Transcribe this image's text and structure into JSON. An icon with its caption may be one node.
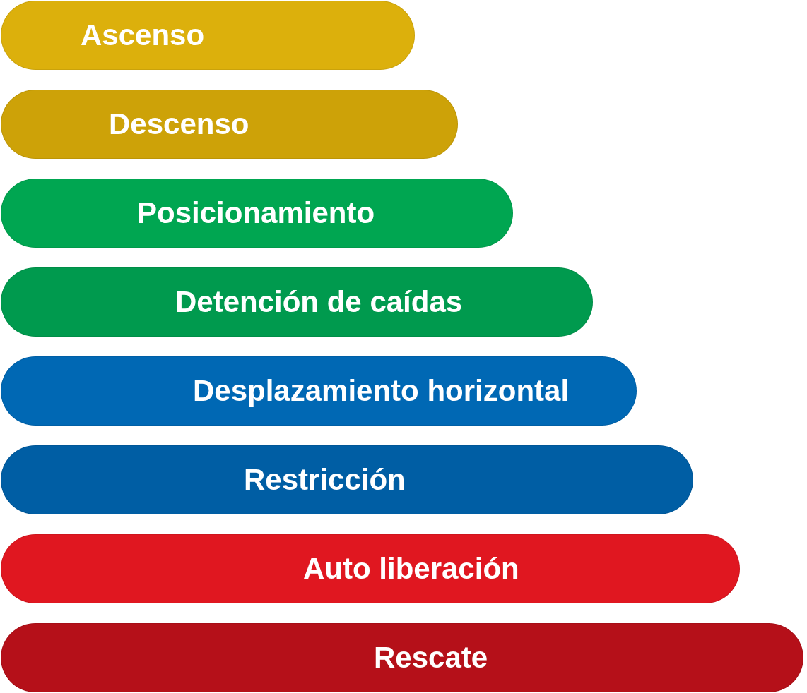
{
  "diagram": {
    "nodes": [
      {
        "text": [
          "Ascenso"
        ]
      },
      {
        "text": [
          "Descenso"
        ]
      },
      {
        "text": [
          "Posicionamiento"
        ]
      },
      {
        "text": [
          "Detención de caídas"
        ]
      },
      {
        "text": [
          "Desplazamiento horizontal"
        ]
      },
      {
        "text": [
          "Restricción"
        ]
      },
      {
        "text": [
          "Auto liberación"
        ]
      },
      {
        "text": [
          "Rescate"
        ]
      }
    ]
  }
}
